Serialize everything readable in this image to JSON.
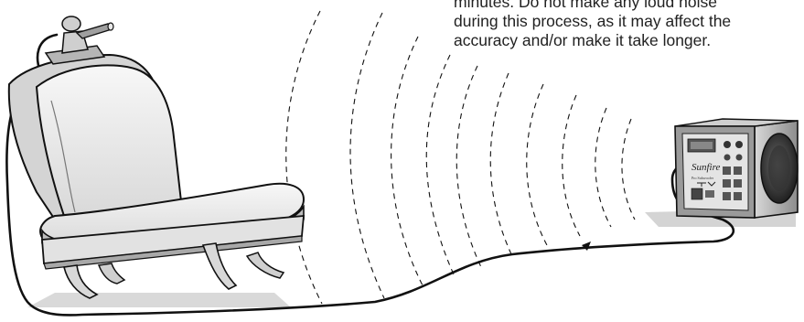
{
  "instruction": {
    "text": "minutes. Do not make any loud noise\nduring this process, as it may affect the\naccuracy and/or make it take longer."
  },
  "subwoofer": {
    "brand_label": "Sunfire",
    "model_label": "Pro Subwoofer"
  },
  "colors": {
    "outline": "#111111",
    "chair_fill": "#f1f1f1",
    "chair_shade": "#d2d2d2",
    "chair_dark": "#9a9a9a",
    "floor_shadow": "#c4c4c4",
    "sub_body": "#a8a8a8",
    "sub_panel": "#e6e6e6",
    "mic": "#b8b8b8"
  }
}
